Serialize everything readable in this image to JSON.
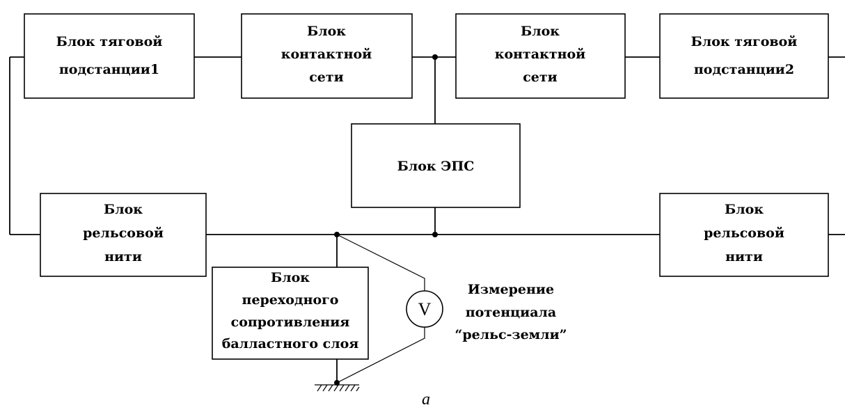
{
  "blocks": {
    "traction_substation_1": [
      "Блок тяговой",
      "подстанции1"
    ],
    "contact_network_1": [
      "Блок",
      "контактной",
      "сети"
    ],
    "contact_network_2": [
      "Блок",
      "контактной",
      "сети"
    ],
    "traction_substation_2": [
      "Блок тяговой",
      "подстанции2"
    ],
    "eps": [
      "Блок ЭПС"
    ],
    "rail_thread_1": [
      "Блок",
      "рельсовой",
      "нити"
    ],
    "rail_thread_2": [
      "Блок",
      "рельсовой",
      "нити"
    ],
    "ballast_resistance": [
      "Блок",
      "переходного",
      "сопротивления",
      "балластного слоя"
    ]
  },
  "voltmeter": {
    "symbol": "V"
  },
  "measurement_label": [
    "Измерение",
    "потенциала",
    "“рельс-земли”"
  ],
  "caption": "а"
}
